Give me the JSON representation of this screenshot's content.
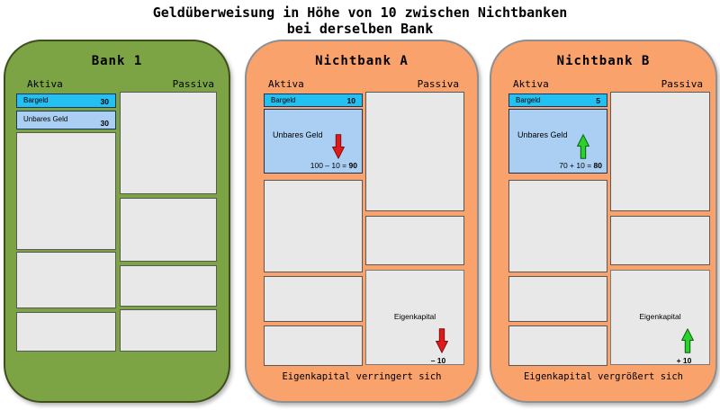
{
  "title": {
    "line1": "Geldüberweisung in Höhe von 10 zwischen Nichtbanken",
    "line2": "bei derselben Bank"
  },
  "labels": {
    "aktiva": "Aktiva",
    "passiva": "Passiva"
  },
  "bank1": {
    "title": "Bank 1",
    "cash_label": "Bargeld",
    "cash_value": "30",
    "deposit_label": "Unbares Geld",
    "deposit_value": "30"
  },
  "nichtbank_a": {
    "title": "Nichtbank A",
    "cash_label": "Bargeld",
    "cash_value": "10",
    "deposit_label": "Unbares Geld",
    "deposit_formula": "100 – 10 =",
    "deposit_result": "90",
    "deposit_direction": "down",
    "equity_label": "Eigenkapital",
    "equity_delta": "– 10",
    "equity_direction": "down",
    "caption": "Eigenkapital verringert sich"
  },
  "nichtbank_b": {
    "title": "Nichtbank B",
    "cash_label": "Bargeld",
    "cash_value": "5",
    "deposit_label": "Unbares Geld",
    "deposit_formula": "70 + 10 =",
    "deposit_result": "80",
    "deposit_direction": "up",
    "equity_label": "Eigenkapital",
    "equity_delta": "+ 10",
    "equity_direction": "up",
    "caption": "Eigenkapital vergrößert sich"
  },
  "colors": {
    "bank_panel_fill": "#7CA344",
    "bank_panel_border": "#404E1D",
    "nonbank_panel_fill": "#F9A26C",
    "nonbank_panel_border": "#8F8F8F",
    "cash_box": "#24C0F2",
    "deposit_box": "#AACFF2",
    "labeled_box_border": "#17375D",
    "empty_box_fill": "#E8E8E8",
    "decrease_arrow": "#E01A1A",
    "increase_arrow": "#2BD22B"
  }
}
